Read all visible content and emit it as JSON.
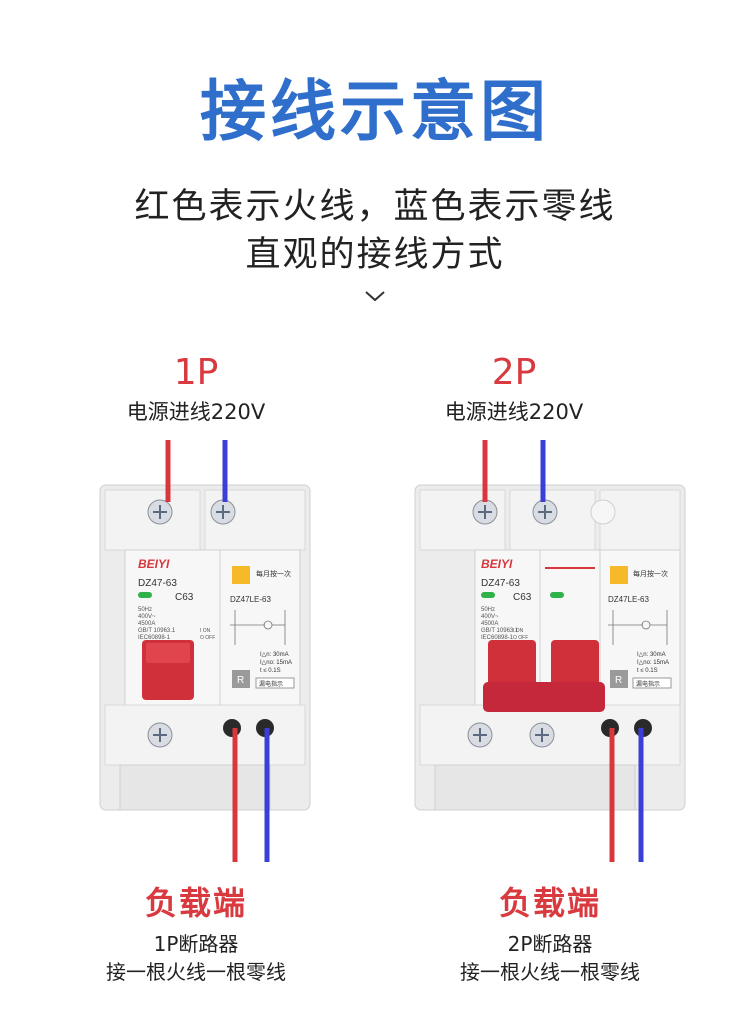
{
  "header": {
    "title": "接线示意图",
    "subtitle_line1": "红色表示火线，蓝色表示零线",
    "subtitle_line2": "直观的接线方式"
  },
  "colors": {
    "live": "#d8373e",
    "neutral": "#3a3fd6",
    "title": "#2f6fcb",
    "accent_red": "#d83a3f"
  },
  "left_breaker": {
    "pole_title": "1P",
    "input_label": "电源进线220V",
    "load_label": "负载端",
    "desc_line1": "1P断路器",
    "desc_line2": "接一根火线一根零线",
    "device": {
      "brand": "BEIYI",
      "model": "DZ47-63",
      "rating": "C63",
      "specs": [
        "50Hz",
        "400V~",
        "4500A",
        "GB/T 10963.1",
        "IEC60898-1"
      ],
      "on_off": [
        "I ON",
        "O OFF"
      ],
      "test_note": "每月按一次",
      "rcd_model": "DZ47LE-63",
      "rcd_specs": [
        "I△n: 30mA",
        "I△no: 15mA",
        "t ≤ 0.1S"
      ],
      "leak_label": "漏电指示",
      "r_label": "R"
    }
  },
  "right_breaker": {
    "pole_title": "2P",
    "input_label": "电源进线220V",
    "load_label": "负载端",
    "desc_line1": "2P断路器",
    "desc_line2": "接一根火线一根零线",
    "device": {
      "brand": "BEIYI",
      "model": "DZ47-63",
      "rating": "C63",
      "specs": [
        "50Hz",
        "400V~",
        "4500A",
        "GB/T 10963.1",
        "IEC60898-1"
      ],
      "on_off": [
        "I ON",
        "O OFF"
      ],
      "test_note": "每月按一次",
      "rcd_model": "DZ47LE-63",
      "rcd_specs": [
        "I△n: 30mA",
        "I△no: 15mA",
        "t ≤ 0.1S"
      ],
      "leak_label": "漏电指示",
      "r_label": "R"
    }
  }
}
